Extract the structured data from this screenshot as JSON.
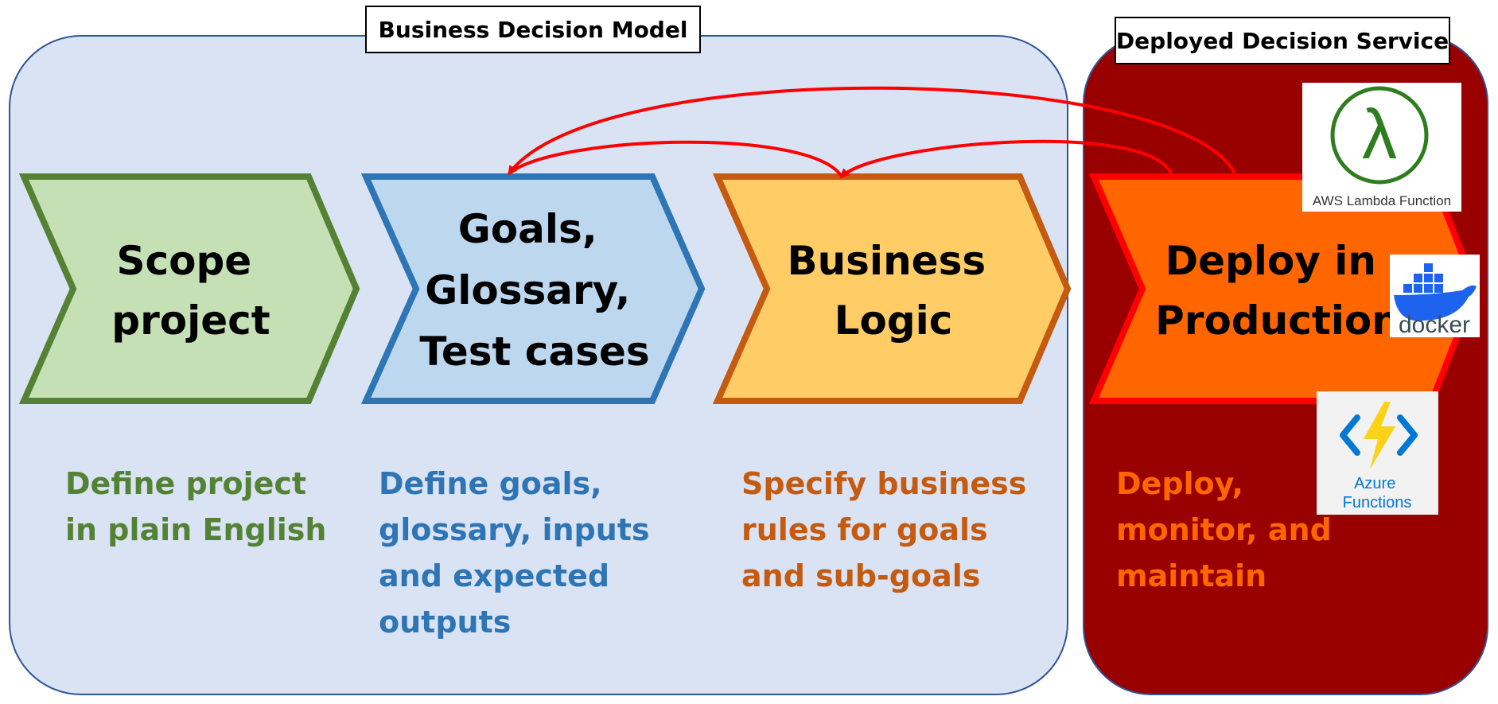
{
  "groups": {
    "model": {
      "label": "Business Decision Model",
      "fill": "#dae3f3",
      "stroke": "#2f5597"
    },
    "service": {
      "label": "Deployed Decision Service",
      "fill": "#990000",
      "stroke": "#2f5597"
    }
  },
  "steps": [
    {
      "title": [
        "Scope",
        "project"
      ],
      "fill": "#c5e0b4",
      "stroke": "#548235",
      "description": [
        "Define project",
        "in plain English"
      ],
      "desc_color": "#548235"
    },
    {
      "title": [
        "Goals,",
        "Glossary,",
        "Test cases"
      ],
      "fill": "#bdd7ee",
      "stroke": "#2e75b6",
      "description": [
        "Define goals,",
        "glossary, inputs",
        "and expected",
        "outputs"
      ],
      "desc_color": "#2e75b6"
    },
    {
      "title": [
        "Business",
        "Logic"
      ],
      "fill": "#ffcc66",
      "stroke": "#c55a11",
      "description": [
        "Specify business",
        "rules for goals",
        "and sub-goals"
      ],
      "desc_color": "#c55a11"
    },
    {
      "title": [
        "Deploy in",
        "Production"
      ],
      "fill": "#ff6600",
      "stroke": "#ff0000",
      "description": [
        "Deploy,",
        "monitor, and",
        "maintain"
      ],
      "desc_color": "#ff6600"
    }
  ],
  "feedback_arrow_color": "#ff0000",
  "logos": {
    "lambda": {
      "label": "AWS Lambda Function",
      "symbol": "λ",
      "color": "#2e7d1f"
    },
    "docker": {
      "label": "docker",
      "color": "#1d63ed"
    },
    "azure": {
      "label": [
        "Azure",
        "Functions"
      ],
      "symbol": "⚡",
      "color": "#0078d4"
    }
  }
}
